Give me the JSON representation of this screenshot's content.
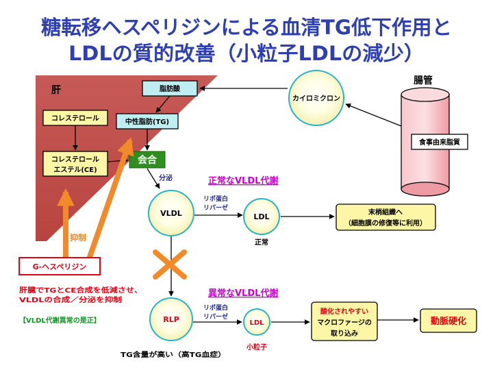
{
  "slide": {
    "title_line1": "糖転移ヘスペリジンによる血清TG低下作用と",
    "title_line2": "LDLの質的改善（小粒子LDLの減少）"
  },
  "liver": {
    "label": "肝",
    "fatty_acid": "脂肪酸",
    "cholesterol": "コレステロール",
    "ce_line1": "コレステロール",
    "ce_line2": "エステル(CE)",
    "tg": "中性脂肪(TG)",
    "assembly": "会合"
  },
  "intestine": {
    "label": "腸管",
    "chylomicron": "カイロミクロン",
    "dietary_fat": "食事由来脂質"
  },
  "secretion": "分泌",
  "normal_path": {
    "heading": "正常なVLDL代謝",
    "vldl": "VLDL",
    "lipase_line1": "リポ蛋白",
    "lipase_line2": "リパーゼ",
    "ldl": "LDL",
    "ldl_caption": "正常",
    "result_line1": "末梢組織へ",
    "result_line2": "（細胞膜の修復等に利用）"
  },
  "abnormal_path": {
    "heading": "異常なVLDL代謝",
    "rlp": "RLP",
    "lipase_line1": "リポ蛋白",
    "lipase_line2": "リパーゼ",
    "ldl": "LDL",
    "ldl_caption": "小粒子",
    "oxid_line1": "酸化されやすい",
    "oxid_line2": "マクロファージの",
    "oxid_line3": "取り込み",
    "athero": "動脈硬化",
    "rlp_caption": "TG含量が高い（高TG血症）"
  },
  "hesperidin": {
    "label": "G-ヘスペリジン",
    "inhibit": "抑制",
    "effect_line1": "肝臓でTGとCE合成を低減させ、",
    "effect_line2": "VLDLの合成／分泌を抑制",
    "correction": "【VLDL代謝異常の是正】"
  },
  "colors": {
    "title_blue": "#2e3fb0",
    "liver_fill": "#c0504d",
    "box_yellow": "#fdf6a6",
    "box_cyan": "#bfeef2",
    "circle_fill": "#fffde0",
    "circle_stroke": "#27b3c9",
    "assembly_green": "#2f8f1e",
    "magenta": "#cc00cc",
    "red": "#e60012",
    "orange": "#f28a2a",
    "green_text": "#0a9a1e",
    "navy": "#1f2a8a",
    "pink": "#f2a3aa",
    "pink_light": "#fbdadd"
  }
}
